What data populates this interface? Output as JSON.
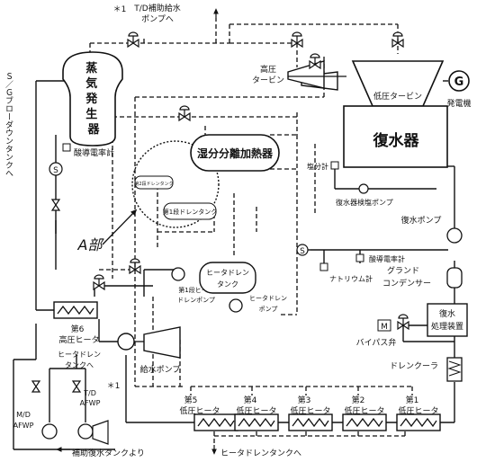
{
  "header": {
    "note_mark": "＊1",
    "aux_feed_pump_line1": "T/D補助給水",
    "aux_feed_pump_line2": "ポンプへ"
  },
  "left": {
    "sg_blowdown_v": "Ｓ／Ｇブローダウンタンクへ",
    "sg_label": "蒸気発生器",
    "cond_meter": "酸導電率計",
    "s_sampler": "S",
    "a_part": "A部"
  },
  "turbine": {
    "hp_turbine_1": "高圧",
    "hp_turbine_2": "タービン",
    "lp_turbine": "低圧タービン",
    "generator_mark": "G",
    "generator": "発電機"
  },
  "msr": {
    "title": "湿分分離加熱器",
    "drain_tank_2": "第2段ドレンタンク",
    "drain_tank_1": "第1段ドレンタンク",
    "drain_pump_1a": "第1段ヒータ",
    "drain_pump_1b": "ドレンポンプ"
  },
  "condenser": {
    "title": "復水器",
    "salt_meter": "塩分計",
    "salt_pump": "復水器検塩ポンプ",
    "cond_pump": "復水ポンプ",
    "acid_meter": "酸導電率計",
    "na_meter": "ナトリウム計",
    "gland_1": "グランド",
    "gland_2": "コンデンサー",
    "s_sampler": "S"
  },
  "treatment": {
    "m_mark": "M",
    "line1": "復水",
    "line2": "処理装置",
    "bypass": "バイパス弁",
    "drain_cooler": "ドレンクーラ"
  },
  "heaters": {
    "hd_tank_1": "ヒータドレン",
    "hd_tank_2": "タンク",
    "hd_pump_1": "ヒータドレン",
    "hd_pump_2": "ポンプ",
    "hp6_no": "第6",
    "hp6_name": "高圧ヒータ",
    "hp6_drain_1": "ヒータドレン",
    "hp6_drain_2": "タンクへ",
    "feed_pump": "給水ポンプ",
    "lp": [
      {
        "no": "第5",
        "name": "低圧ヒータ"
      },
      {
        "no": "第4",
        "name": "低圧ヒータ"
      },
      {
        "no": "第3",
        "name": "低圧ヒータ"
      },
      {
        "no": "第2",
        "name": "低圧ヒータ"
      },
      {
        "no": "第1",
        "name": "低圧ヒータ"
      }
    ],
    "hd_tank_to": "ヒータドレンタンクへ"
  },
  "afw": {
    "mo_1": "M/D",
    "mo_2": "AFWP",
    "td_1": "T/D",
    "td_2": "AFWP",
    "note_mark": "＊1",
    "from_tank": "補助復水タンクより"
  }
}
